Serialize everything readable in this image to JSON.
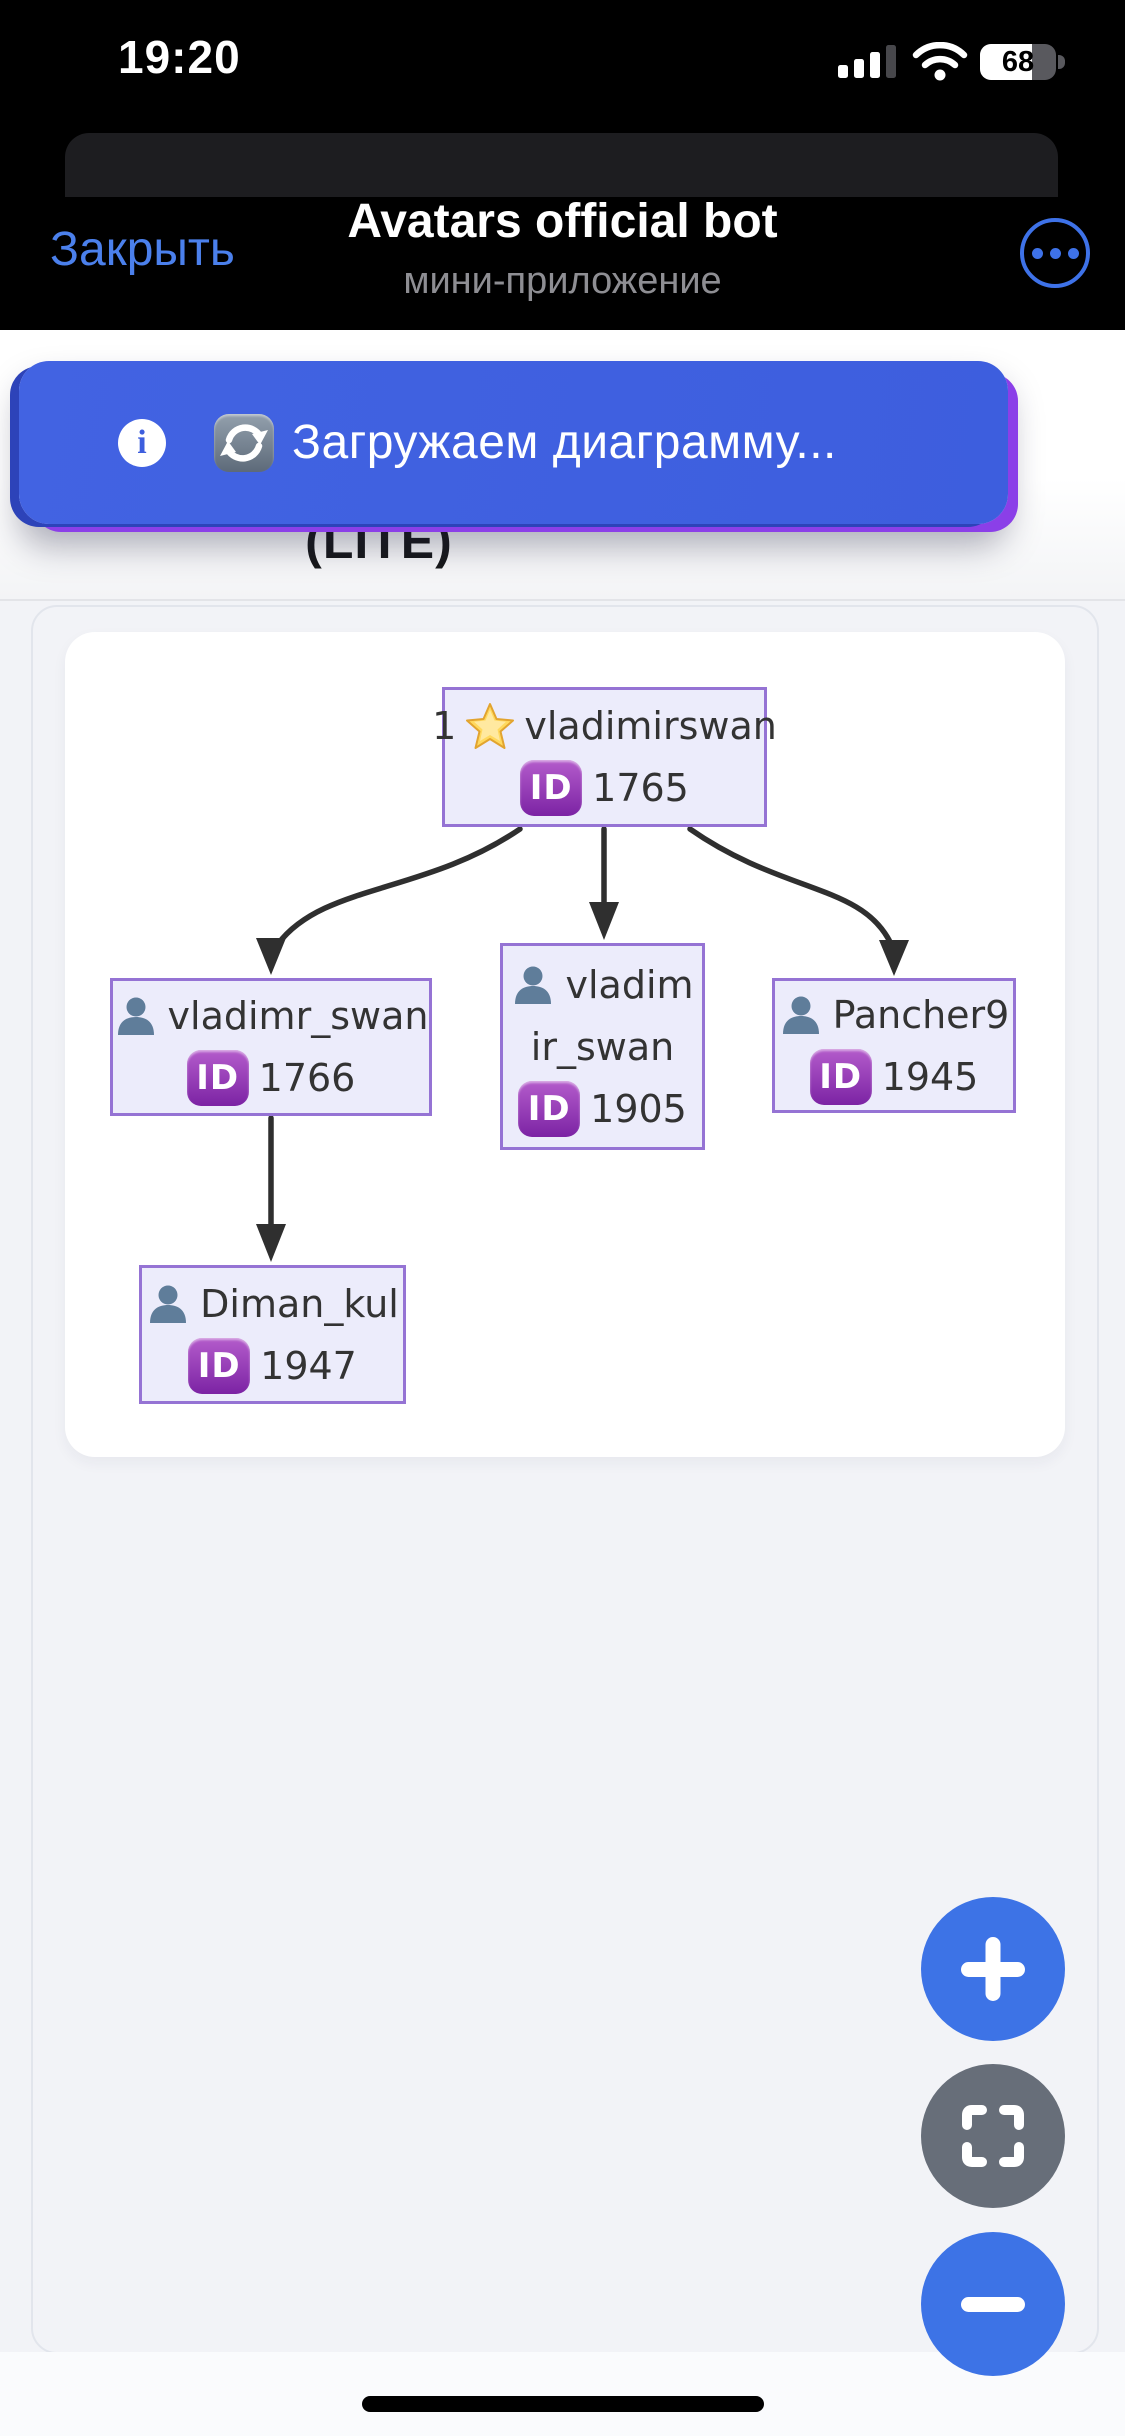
{
  "status_bar": {
    "time": "19:20",
    "battery_percent": "68",
    "signal_icon": "cellular-signal",
    "wifi_icon": "wifi"
  },
  "header": {
    "close_label": "Закрыть",
    "title": "Avatars official bot",
    "subtitle": "мини-приложение",
    "more_icon": "ellipsis-circle"
  },
  "banner": {
    "message": "Загружаем диаграмму...",
    "info_icon": "info-circle",
    "refresh_icon": "counterclockwise-arrows"
  },
  "page": {
    "lite_label": "(LITE)"
  },
  "diagram": {
    "nodes": [
      {
        "rank": "1",
        "star_icon": "star",
        "name": "vladimirswan",
        "id_badge": "ID",
        "id_value": "1765"
      },
      {
        "person_icon": "bust-silhouette",
        "name": "vladimr_swan",
        "id_badge": "ID",
        "id_value": "1766"
      },
      {
        "person_icon": "bust-silhouette",
        "name_line1": "vladim",
        "name_line2": "ir_swan",
        "id_badge": "ID",
        "id_value": "1905"
      },
      {
        "person_icon": "bust-silhouette",
        "name": "Pancher9",
        "id_badge": "ID",
        "id_value": "1945"
      },
      {
        "person_icon": "bust-silhouette",
        "name": "Diman_kul",
        "id_badge": "ID",
        "id_value": "1947"
      }
    ]
  },
  "controls": {
    "zoom_in_icon": "plus",
    "fullscreen_icon": "expand",
    "zoom_out_icon": "minus"
  },
  "colors": {
    "accent_blue": "#3d73e6",
    "banner_blue": "#3d5ede",
    "banner_purple": "#8b3fe8",
    "node_fill": "#ececfb",
    "node_border": "#9573d4",
    "edge": "#2f2f2f",
    "header_link_blue": "#4b80ec"
  }
}
